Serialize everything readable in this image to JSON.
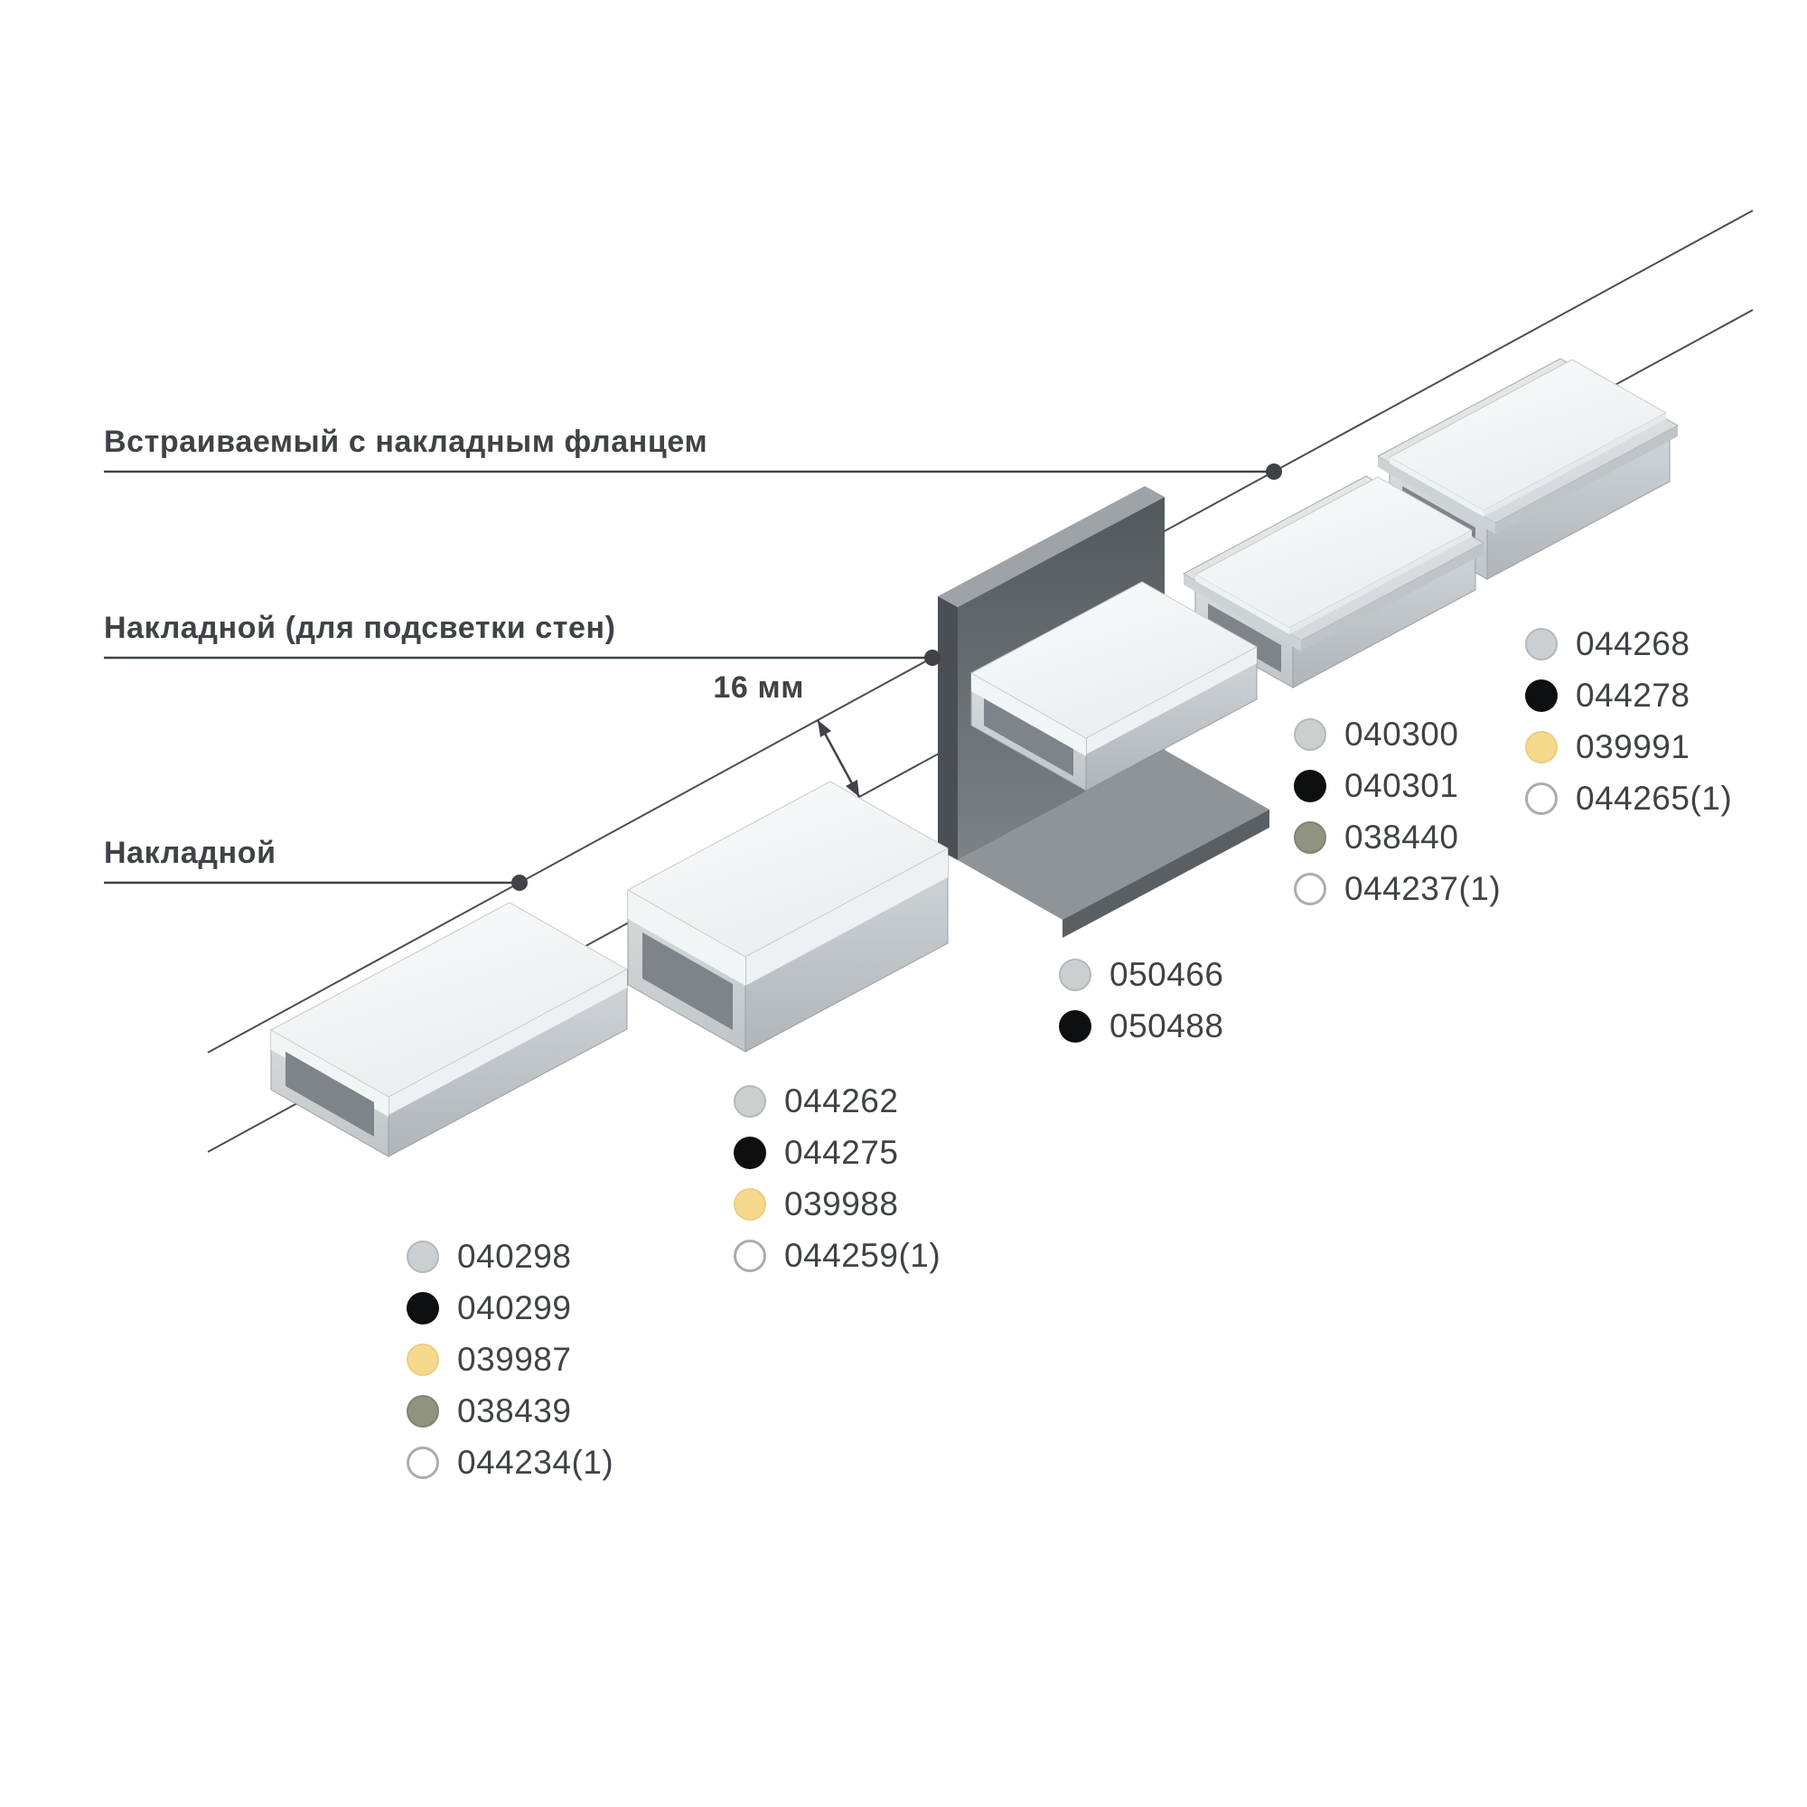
{
  "labels": {
    "recessed_flange": "Встраиваемый с накладным фланцем",
    "surface_wall": "Накладной (для подсветки стен)",
    "surface": "Накладной",
    "dimension": "16 мм"
  },
  "colors": {
    "text": "#3f4347",
    "leader_line": "#3f4347",
    "axis_line": "#4a4e53",
    "dots": {
      "gray": "#cbcfd2",
      "black": "#0e0f10",
      "yellow": "#f7d98d",
      "olive": "#8f9380",
      "white": "#ffffff"
    }
  },
  "code_groups": [
    {
      "id": "group-surface-flat",
      "items": [
        {
          "color": "gray",
          "code": "040298"
        },
        {
          "color": "black",
          "code": "040299"
        },
        {
          "color": "yellow",
          "code": "039987"
        },
        {
          "color": "olive",
          "code": "038439"
        },
        {
          "color": "white",
          "code": "044234(1)"
        }
      ]
    },
    {
      "id": "group-surface-tall",
      "items": [
        {
          "color": "gray",
          "code": "044262"
        },
        {
          "color": "black",
          "code": "044275"
        },
        {
          "color": "yellow",
          "code": "039988"
        },
        {
          "color": "white",
          "code": "044259(1)"
        }
      ]
    },
    {
      "id": "group-wall-mount",
      "items": [
        {
          "color": "gray",
          "code": "050466"
        },
        {
          "color": "black",
          "code": "050488"
        }
      ]
    },
    {
      "id": "group-recessed-1",
      "items": [
        {
          "color": "gray",
          "code": "040300"
        },
        {
          "color": "black",
          "code": "040301"
        },
        {
          "color": "olive",
          "code": "038440"
        },
        {
          "color": "white",
          "code": "044237(1)"
        }
      ]
    },
    {
      "id": "group-recessed-2",
      "items": [
        {
          "color": "gray",
          "code": "044268"
        },
        {
          "color": "black",
          "code": "044278"
        },
        {
          "color": "yellow",
          "code": "039991"
        },
        {
          "color": "white",
          "code": "044265(1)"
        }
      ]
    }
  ]
}
